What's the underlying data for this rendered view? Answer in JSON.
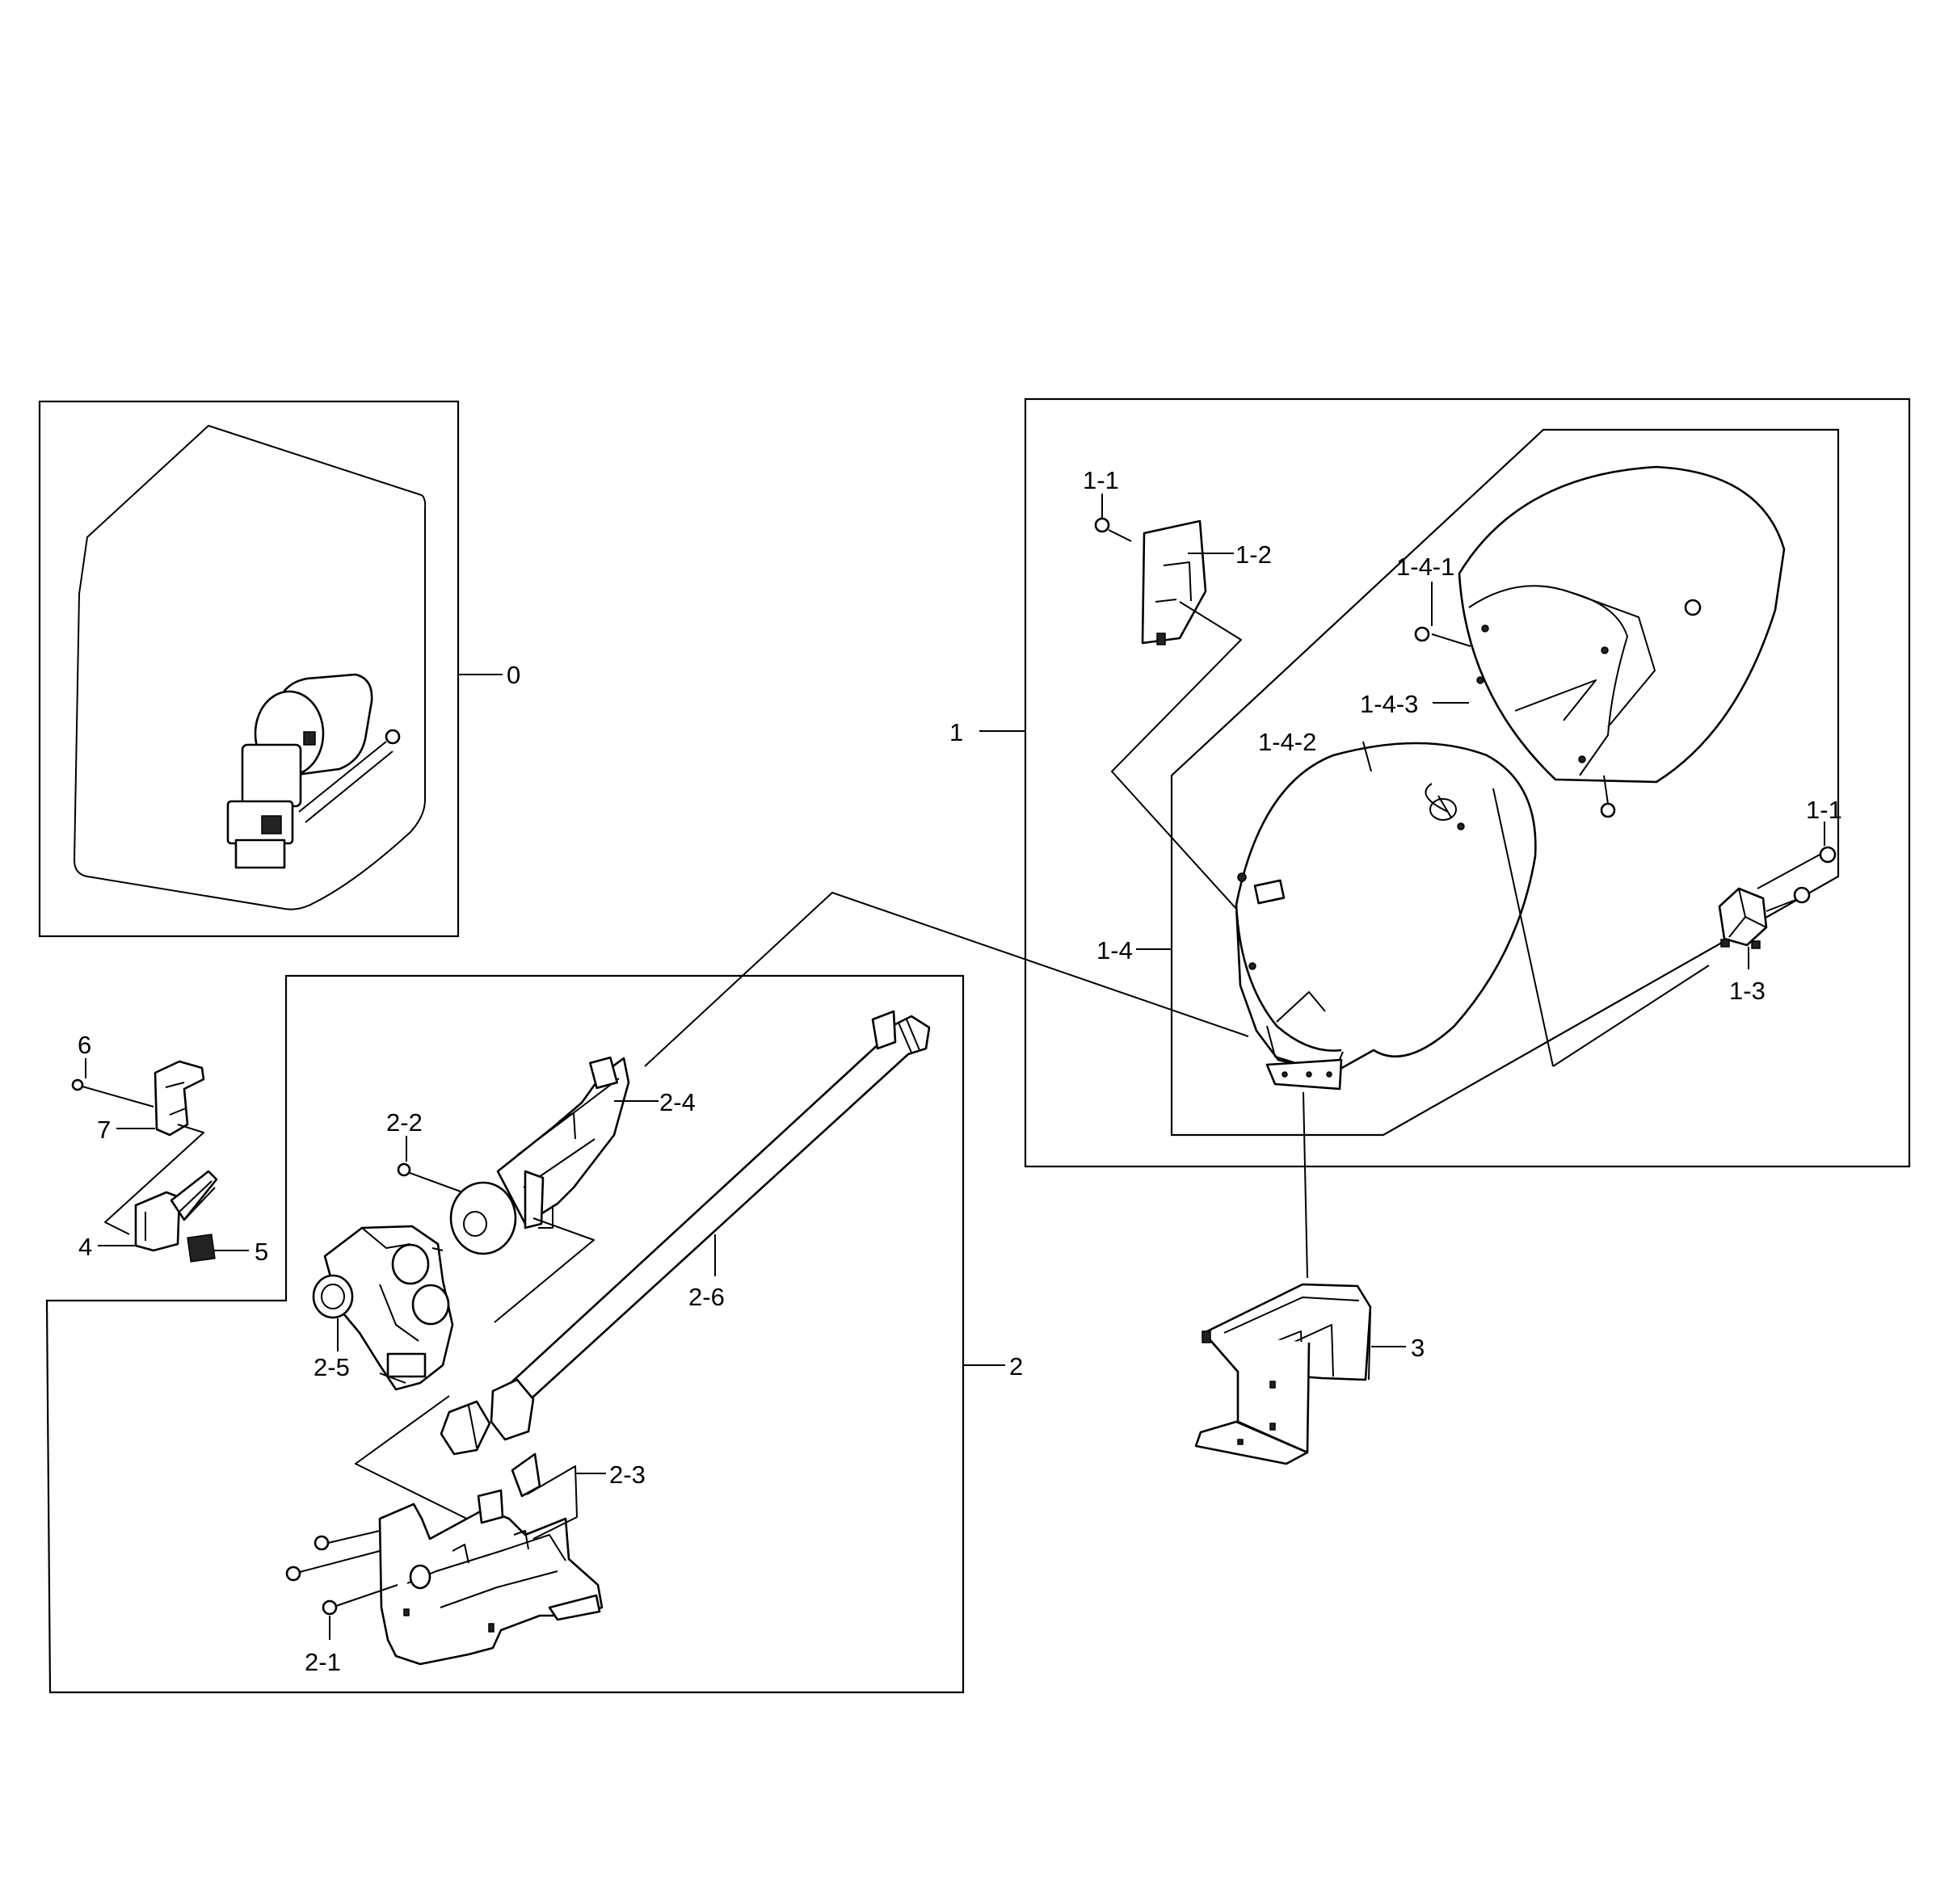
{
  "labels": {
    "l0": "0",
    "l1": "1",
    "l1_1a": "1-1",
    "l1_1b": "1-1",
    "l1_2": "1-2",
    "l1_3": "1-3",
    "l1_4": "1-4",
    "l1_4_1": "1-4-1",
    "l1_4_2": "1-4-2",
    "l1_4_3": "1-4-3",
    "l2": "2",
    "l2_1": "2-1",
    "l2_2": "2-2",
    "l2_3": "2-3",
    "l2_4": "2-4",
    "l2_5": "2-5",
    "l2_6": "2-6",
    "l3": "3",
    "l4": "4",
    "l5": "5",
    "l6": "6",
    "l7": "7"
  }
}
